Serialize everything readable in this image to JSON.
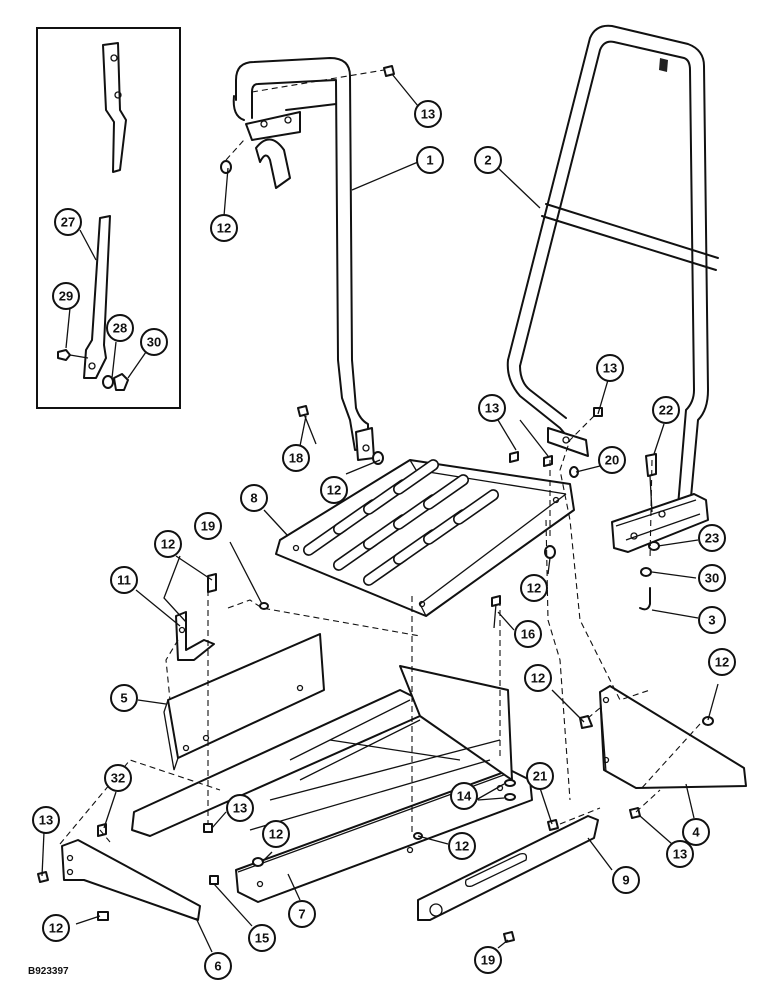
{
  "drawing": {
    "reference": "B923397"
  },
  "callouts": [
    "1",
    "2",
    "3",
    "4",
    "5",
    "6",
    "7",
    "8",
    "9",
    "11",
    "12",
    "13",
    "14",
    "15",
    "16",
    "18",
    "19",
    "20",
    "21",
    "22",
    "23",
    "27",
    "28",
    "29",
    "30",
    "32"
  ]
}
